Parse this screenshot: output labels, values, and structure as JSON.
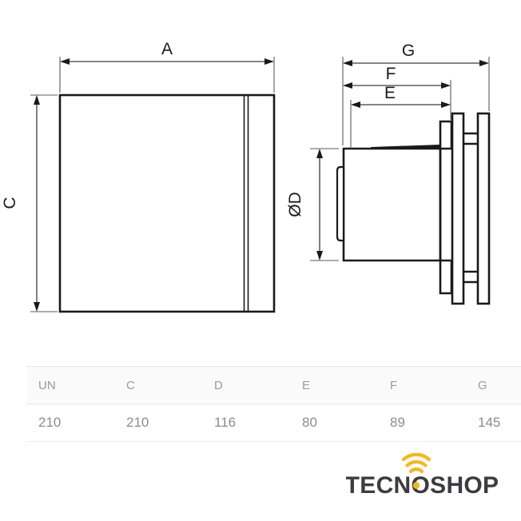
{
  "drawing": {
    "front_view": {
      "name": "front-view",
      "dimension_horizontal": "A",
      "dimension_vertical": "C"
    },
    "side_view": {
      "name": "side-view",
      "dimension_diameter": "ØD",
      "dimension_e": "E",
      "dimension_f": "F",
      "dimension_g": "G"
    },
    "line_color": "#1a1a1a",
    "dim_line_color": "#4d4d4d"
  },
  "spec_table": {
    "headers": [
      "UN",
      "C",
      "D",
      "E",
      "F",
      "G"
    ],
    "rows": [
      [
        "210",
        "210",
        "116",
        "80",
        "89",
        "145"
      ]
    ]
  },
  "logo": {
    "text": "TECNOSHOP",
    "text_color": "#3c3c41",
    "accent_color": "#f5b81c",
    "icon": "wifi-signal-icon"
  }
}
